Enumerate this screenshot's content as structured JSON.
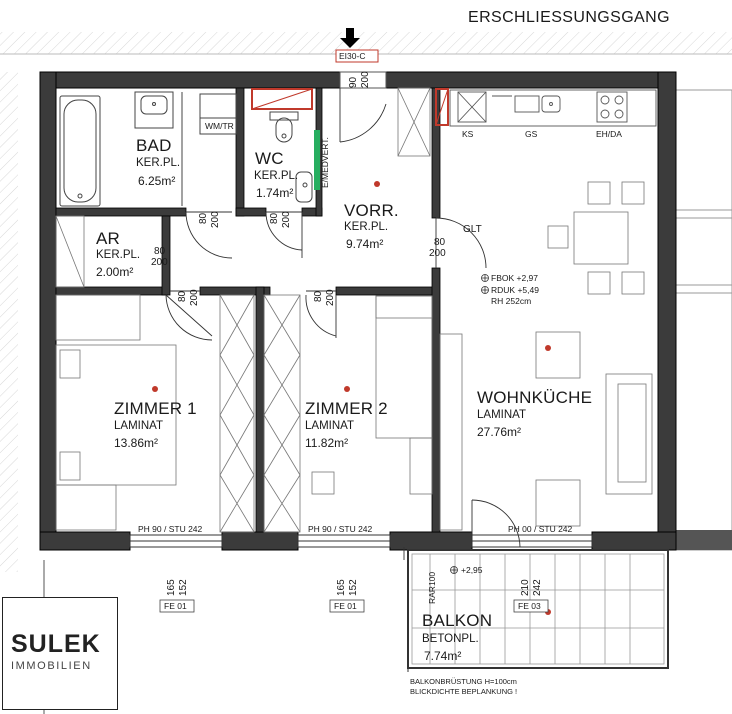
{
  "header": {
    "corridor": "ERSCHLIESSUNGSGANG",
    "entrance_tag": "EI30-C"
  },
  "rooms": {
    "bad": {
      "name": "BAD",
      "floor": "KER.PL.",
      "area": "6.25m²"
    },
    "wc": {
      "name": "WC",
      "floor": "KER.PL.",
      "area": "1.74m²"
    },
    "vorr": {
      "name": "VORR.",
      "floor": "KER.PL.",
      "area": "9.74m²"
    },
    "ar": {
      "name": "AR",
      "floor": "KER.PL.",
      "area": "2.00m²"
    },
    "zimmer1": {
      "name": "ZIMMER 1",
      "floor": "LAMINAT",
      "area": "13.86m²"
    },
    "zimmer2": {
      "name": "ZIMMER 2",
      "floor": "LAMINAT",
      "area": "11.82m²"
    },
    "wohn": {
      "name": "WOHNKÜCHE",
      "floor": "LAMINAT",
      "area": "27.76m²"
    },
    "balkon": {
      "name": "BALKON",
      "floor": "BETONPL.",
      "area": "7.74m²"
    }
  },
  "labels": {
    "wm_tr": "WM/TR",
    "ks": "KS",
    "gs": "GS",
    "eh_da": "EH/DA",
    "glt": "GLT",
    "e_medvert": "E/MEDVERT.",
    "fbok": "FBOK +2,97",
    "rduk": "RDUK +5,49",
    "rh": "RH 252cm",
    "balkon_level": "+2,95",
    "rar": "RAR100",
    "balkon_note_1": "BALKONBRÜSTUNG H=100cm",
    "balkon_note_2": "BLICKDICHTE BEPLANKUNG !"
  },
  "doors": {
    "entry_w": "90",
    "entry_h": "200",
    "bad_w": "80",
    "bad_h": "200",
    "wc_w": "80",
    "wc_h": "200",
    "ar_w": "80",
    "ar_h": "200",
    "z1_w": "80",
    "z1_h": "200",
    "z2_w": "80",
    "z2_h": "200",
    "wohn_w": "80",
    "wohn_h": "200"
  },
  "windows": {
    "w1_sill": "PH 90 / STU 242",
    "w2_sill": "PH 90 / STU 242",
    "w3_sill": "PH 00 / STU 242",
    "fe1_a": "165",
    "fe1_b": "152",
    "fe1_tag": "FE 01",
    "fe2_a": "165",
    "fe2_b": "152",
    "fe2_tag": "FE 01",
    "fe3_a": "210",
    "fe3_b": "242",
    "fe3_tag": "FE 03"
  },
  "logo": {
    "brand": "SULEK",
    "sub": "IMMOBILIEN"
  }
}
